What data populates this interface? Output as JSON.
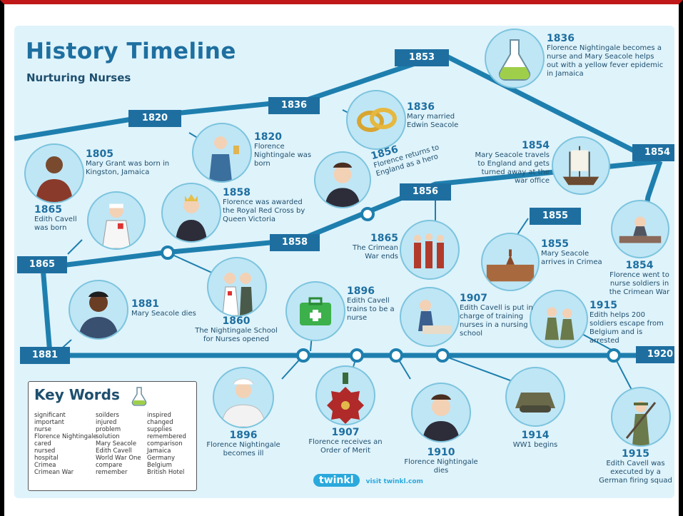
{
  "header": {
    "title": "History Timeline",
    "subtitle": "Nurturing Nurses"
  },
  "year_boxes": {
    "y1853": "1853",
    "y1836": "1836",
    "y1820": "1820",
    "y1854": "1854",
    "y1856": "1856",
    "y1855": "1855",
    "y1858": "1858",
    "y1865": "1865",
    "y1881": "1881",
    "y1920": "1920"
  },
  "events": [
    {
      "year": "1836",
      "text": "Florence Nightingale becomes a nurse and Mary Seacole helps out with a yellow fever epidemic in Jamaica",
      "icon": "flask-icon"
    },
    {
      "year": "1836",
      "text": "Mary married Edwin Seacole",
      "icon": "rings-icon"
    },
    {
      "year": "1820",
      "text": "Florence Nightingale was born",
      "icon": "nurse-lamp-icon"
    },
    {
      "year": "1805",
      "text": "Mary Grant was born in Kingston, Jamaica",
      "icon": "mary-portrait-icon"
    },
    {
      "year": "1856",
      "text": "Florence returns to England as a hero",
      "icon": "florence-portrait-icon"
    },
    {
      "year": "1854",
      "text": "Mary Seacole travels to England and gets turned away at the war office",
      "icon": "ship-icon"
    },
    {
      "year": "1865",
      "text": "Edith Cavell was born",
      "icon": "nurse-icon"
    },
    {
      "year": "1858",
      "text": "Florence was awarded the Royal Red Cross by Queen Victoria",
      "icon": "queen-icon"
    },
    {
      "year": "1865",
      "text": "The Crimean War ends",
      "icon": "soldiers-icon"
    },
    {
      "year": "1855",
      "text": "Mary Seacole arrives in Crimea",
      "icon": "building-icon"
    },
    {
      "year": "1854",
      "text": "Florence went to nurse soldiers in the Crimean War",
      "icon": "ward-icon"
    },
    {
      "year": "1881",
      "text": "Mary Seacole dies",
      "icon": "mary-portrait-icon"
    },
    {
      "year": "1860",
      "text": "The Nightingale School for Nurses opened",
      "icon": "nurses-icon"
    },
    {
      "year": "1896",
      "text": "Edith Cavell trains to be a nurse",
      "icon": "first-aid-icon"
    },
    {
      "year": "1907",
      "text": "Edith Cavell is put in charge of training nurses in a nursing school",
      "icon": "nurse-patient-icon"
    },
    {
      "year": "1915",
      "text": "Edith helps 200 soldiers escape from Belgium and is arrested",
      "icon": "soldiers-escape-icon"
    },
    {
      "year": "1896",
      "text": "Florence Nightingale becomes ill",
      "icon": "florence-bed-icon"
    },
    {
      "year": "1907",
      "text": "Florence receives an Order of Merit",
      "icon": "medal-icon"
    },
    {
      "year": "1910",
      "text": "Florence Nightingale dies",
      "icon": "florence-portrait-icon"
    },
    {
      "year": "1914",
      "text": "WW1 begins",
      "icon": "tank-icon"
    },
    {
      "year": "1915",
      "text": "Edith Cavell was executed by a German firing squad",
      "icon": "soldier-rifle-icon"
    }
  ],
  "key_words": {
    "title": "Key Words",
    "col1": [
      "significant",
      "important",
      "nurse",
      "Florence Nightingale",
      "cared",
      "nursed",
      "hospital",
      "Crimea",
      "Crimean War"
    ],
    "col2": [
      "soilders",
      "injured",
      "problem",
      "solution",
      "Mary Seacole",
      "Edith Cavell",
      "World War One",
      "compare",
      "remember"
    ],
    "col3": [
      "inspired",
      "changed",
      "supplies",
      "remembered",
      "comparison",
      "Jamaica",
      "Germany",
      "Belgium",
      "British Hotel"
    ]
  },
  "branding": {
    "logo": "twinkl",
    "url": "visit twinkl.com"
  },
  "colors": {
    "line": "#1e7fae",
    "box": "#1e6fa0",
    "heading": "#1e6fa0",
    "text": "#1e4f6e",
    "background": "#dff3fb"
  }
}
